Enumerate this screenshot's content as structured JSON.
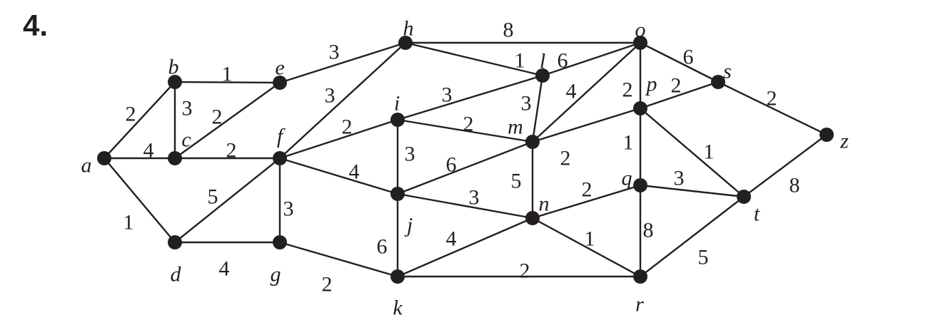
{
  "problem_number": "4.",
  "colors": {
    "ink": "#231f20",
    "background": "#ffffff"
  },
  "nodes": [
    {
      "id": "a",
      "label": "a"
    },
    {
      "id": "b",
      "label": "b"
    },
    {
      "id": "c",
      "label": "c"
    },
    {
      "id": "d",
      "label": "d"
    },
    {
      "id": "e",
      "label": "e"
    },
    {
      "id": "f",
      "label": "f"
    },
    {
      "id": "g",
      "label": "g"
    },
    {
      "id": "h",
      "label": "h"
    },
    {
      "id": "i",
      "label": "i"
    },
    {
      "id": "j",
      "label": "j"
    },
    {
      "id": "k",
      "label": "k"
    },
    {
      "id": "l",
      "label": "l"
    },
    {
      "id": "m",
      "label": "m"
    },
    {
      "id": "n",
      "label": "n"
    },
    {
      "id": "o",
      "label": "o"
    },
    {
      "id": "p",
      "label": "p"
    },
    {
      "id": "q",
      "label": "q"
    },
    {
      "id": "r",
      "label": "r"
    },
    {
      "id": "s",
      "label": "s"
    },
    {
      "id": "t",
      "label": "t"
    },
    {
      "id": "z",
      "label": "z"
    }
  ],
  "edges": [
    {
      "from": "a",
      "to": "b",
      "weight": "2"
    },
    {
      "from": "a",
      "to": "c",
      "weight": "4"
    },
    {
      "from": "a",
      "to": "d",
      "weight": "1"
    },
    {
      "from": "b",
      "to": "e",
      "weight": "1"
    },
    {
      "from": "b",
      "to": "c",
      "weight": "3"
    },
    {
      "from": "c",
      "to": "e",
      "weight": "2"
    },
    {
      "from": "c",
      "to": "f",
      "weight": "2"
    },
    {
      "from": "d",
      "to": "f",
      "weight": "5"
    },
    {
      "from": "d",
      "to": "g",
      "weight": "4"
    },
    {
      "from": "e",
      "to": "h",
      "weight": "3"
    },
    {
      "from": "f",
      "to": "h",
      "weight": "3"
    },
    {
      "from": "f",
      "to": "i",
      "weight": "2"
    },
    {
      "from": "f",
      "to": "j",
      "weight": "4"
    },
    {
      "from": "f",
      "to": "g",
      "weight": "3"
    },
    {
      "from": "g",
      "to": "k",
      "weight": "2"
    },
    {
      "from": "h",
      "to": "o",
      "weight": "8"
    },
    {
      "from": "h",
      "to": "l",
      "weight": "1"
    },
    {
      "from": "i",
      "to": "l",
      "weight": "3"
    },
    {
      "from": "i",
      "to": "m",
      "weight": "2"
    },
    {
      "from": "i",
      "to": "j",
      "weight": "3"
    },
    {
      "from": "j",
      "to": "m",
      "weight": "6"
    },
    {
      "from": "j",
      "to": "n",
      "weight": "3"
    },
    {
      "from": "j",
      "to": "k",
      "weight": "6"
    },
    {
      "from": "k",
      "to": "n",
      "weight": "4"
    },
    {
      "from": "k",
      "to": "r",
      "weight": "2"
    },
    {
      "from": "l",
      "to": "o",
      "weight": "6"
    },
    {
      "from": "l",
      "to": "m",
      "weight": "3"
    },
    {
      "from": "m",
      "to": "o",
      "weight": "4"
    },
    {
      "from": "m",
      "to": "p",
      "weight": "2"
    },
    {
      "from": "m",
      "to": "n",
      "weight": "5"
    },
    {
      "from": "n",
      "to": "q",
      "weight": "2"
    },
    {
      "from": "n",
      "to": "r",
      "weight": "1"
    },
    {
      "from": "o",
      "to": "p",
      "weight": "2"
    },
    {
      "from": "o",
      "to": "s",
      "weight": "6"
    },
    {
      "from": "p",
      "to": "s",
      "weight": "2"
    },
    {
      "from": "p",
      "to": "q",
      "weight": "1"
    },
    {
      "from": "p",
      "to": "t",
      "weight": "1"
    },
    {
      "from": "q",
      "to": "t",
      "weight": "3"
    },
    {
      "from": "q",
      "to": "r",
      "weight": "8"
    },
    {
      "from": "r",
      "to": "t",
      "weight": "5"
    },
    {
      "from": "s",
      "to": "z",
      "weight": "2"
    },
    {
      "from": "t",
      "to": "z",
      "weight": "8"
    }
  ]
}
